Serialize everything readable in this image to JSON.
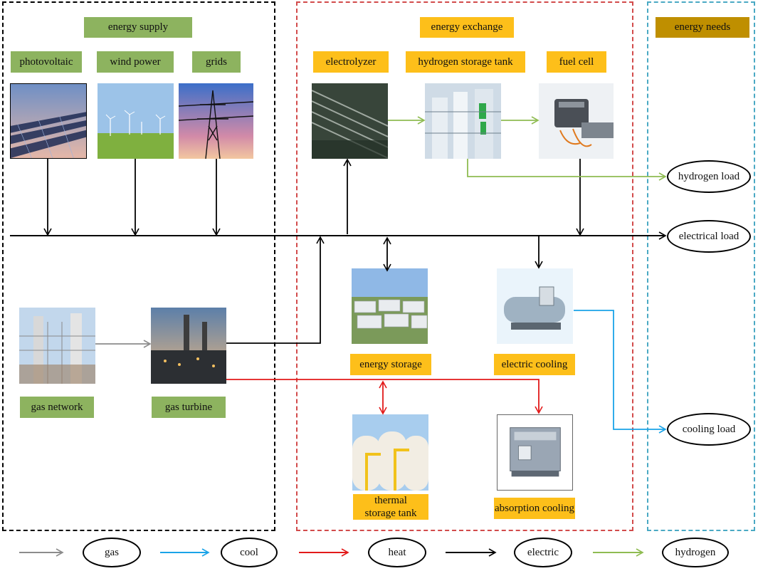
{
  "colors": {
    "gas": "#8c8c8c",
    "cool": "#1aa3e8",
    "heat": "#e21a1a",
    "electric": "#000000",
    "hydrogen": "#8fbc52",
    "supply_border": "#000000",
    "exchange_border": "#d24b4b",
    "needs_border": "#4aa9c4",
    "green_label": "#8db35f",
    "orange_label": "#fdbf1a",
    "brown_label": "#bf8f00"
  },
  "sections": {
    "supply": {
      "title": "energy supply"
    },
    "exchange": {
      "title": "energy exchange"
    },
    "needs": {
      "title": "energy needs"
    }
  },
  "labels": {
    "photovoltaic": "photovoltaic",
    "wind_power": "wind power",
    "grids": "grids",
    "electrolyzer": "electrolyzer",
    "hydrogen_storage_tank": "hydrogen storage tank",
    "fuel_cell": "fuel cell",
    "gas_network": "gas network",
    "gas_turbine": "gas turbine",
    "energy_storage": "energy storage",
    "electric_cooling": "electric cooling",
    "thermal_storage_tank_line1": "thermal",
    "thermal_storage_tank_line2": "storage tank",
    "absorption_cooling": "absorption cooling"
  },
  "loads": {
    "hydrogen_load": "hydrogen load",
    "electrical_load": "electrical load",
    "cooling_load": "cooling load"
  },
  "legend": [
    {
      "label": "gas",
      "color_key": "gas"
    },
    {
      "label": "cool",
      "color_key": "cool"
    },
    {
      "label": "heat",
      "color_key": "heat"
    },
    {
      "label": "electric",
      "color_key": "electric"
    },
    {
      "label": "hydrogen",
      "color_key": "hydrogen"
    }
  ],
  "icons": {
    "photovoltaic": "solar-panel-field-icon",
    "wind_power": "wind-turbine-field-icon",
    "grids": "power-transmission-tower-icon",
    "electrolyzer": "electrolyzer-unit-icon",
    "hydrogen_storage_tank": "hydrogen-tank-icon",
    "fuel_cell": "fuel-cell-engine-icon",
    "gas_network": "gas-plant-icon",
    "gas_turbine": "gas-turbine-plant-icon",
    "energy_storage": "battery-storage-container-icon",
    "electric_cooling": "electric-chiller-icon",
    "thermal_storage_tank": "thermal-storage-tank-icon",
    "absorption_cooling": "absorption-chiller-icon"
  }
}
